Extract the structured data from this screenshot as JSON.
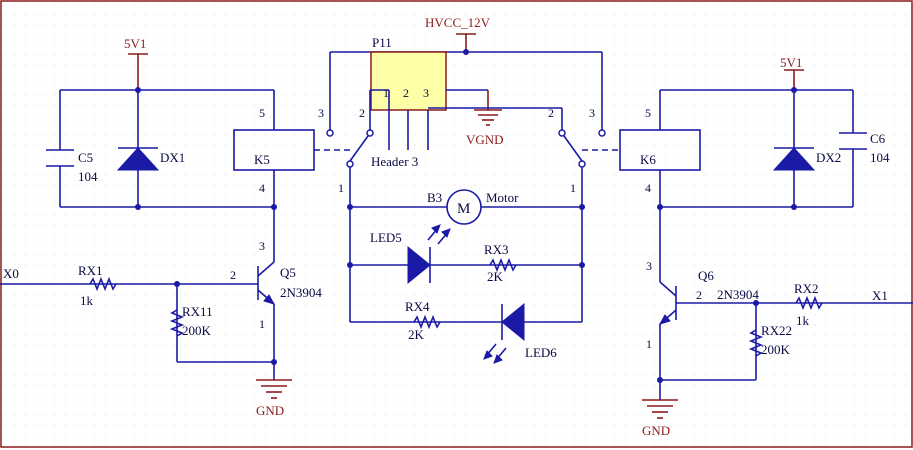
{
  "labels": {
    "hvcc": "HVCC_12V",
    "p11": "P11",
    "header3": "Header 3",
    "vgnd": "VGND",
    "v5_left": "5V1",
    "v5_right": "5V1",
    "c5": "C5",
    "c5_val": "104",
    "dx1": "DX1",
    "k5": "K5",
    "c6": "C6",
    "c6_val": "104",
    "dx2": "DX2",
    "k6": "K6",
    "x0": "X0",
    "rx1": "RX1",
    "rx1_val": "1k",
    "rx11": "RX11",
    "rx11_val": "200K",
    "q5": "Q5",
    "q5_type": "2N3904",
    "gnd_left": "GND",
    "x1": "X1",
    "rx2": "RX2",
    "rx2_val": "1k",
    "rx22": "RX22",
    "rx22_val": "200K",
    "q6": "Q6",
    "q6_type": "2N3904",
    "gnd_right": "GND",
    "b3": "B3",
    "motor": "Motor",
    "motor_sym": "M",
    "led5": "LED5",
    "rx3": "RX3",
    "rx3_val": "2K",
    "rx4": "RX4",
    "rx4_val": "2K",
    "led6": "LED6"
  },
  "pins": {
    "k5_5": "5",
    "k5_4": "4",
    "k5_3": "3",
    "k5_2": "2",
    "k5_1": "1",
    "k6_5": "5",
    "k6_4": "4",
    "k6_3": "3",
    "k6_2": "2",
    "k6_1": "1",
    "h1": "1",
    "h2": "2",
    "h3": "3",
    "q5_1": "1",
    "q5_2": "2",
    "q5_3": "3",
    "q6_1": "1",
    "q6_2": "2",
    "q6_3": "3"
  },
  "colors": {
    "wire": "#1a1aa6",
    "power": "#8b1a1a",
    "text": "#0a0a44"
  }
}
